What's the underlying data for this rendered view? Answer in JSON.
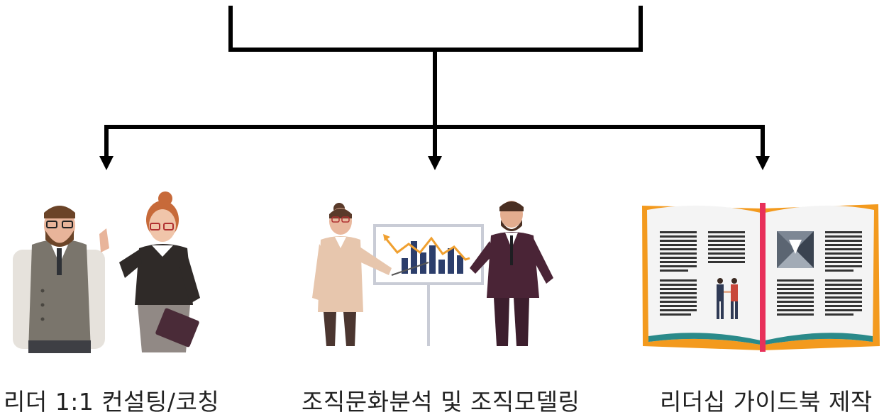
{
  "diagram": {
    "items": [
      {
        "label": "리더 1:1 컨설팅/코칭",
        "icon": "consulting-people-illustration"
      },
      {
        "label": "조직문화분석 및 조직모델링",
        "icon": "presentation-chart-illustration"
      },
      {
        "label": "리더십 가이드북 제작",
        "icon": "open-book-illustration"
      }
    ],
    "colors": {
      "line": "#000000",
      "chart_line": "#f0a030",
      "chart_bar": "#2c3e6b",
      "book_cover": "#f39a1e",
      "book_ribbon": "#e8305a",
      "book_wave": "#2a8a8a"
    }
  }
}
